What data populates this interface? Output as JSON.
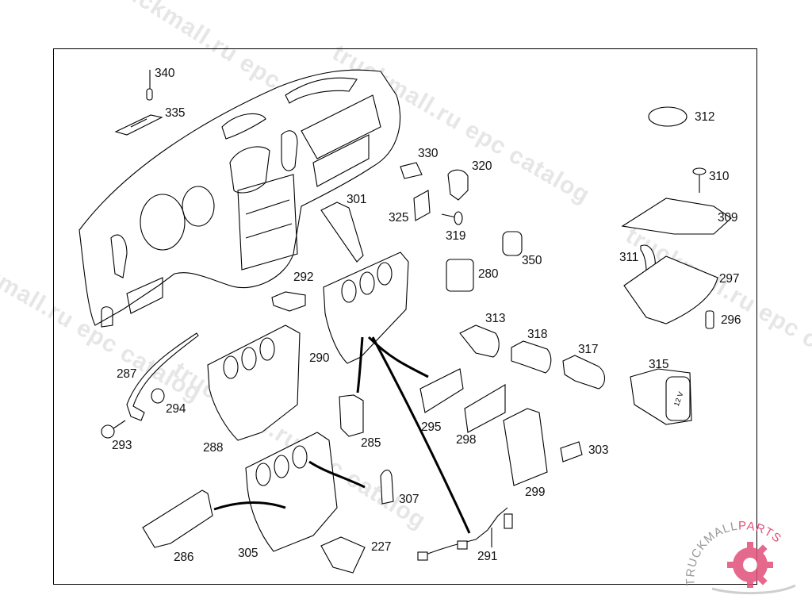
{
  "diagram": {
    "title": "Dashboard / instrument panel parts",
    "watermarks": [
      "truckmall.ru epc catalog",
      "truckmall.ru epc catalog",
      "truckmall.ru epc catalog",
      "truckmall.ru epc catalog"
    ],
    "brand": {
      "text_a": "TRUCKMALL",
      "text_b": "PARTS",
      "accent_color": "#e0507a",
      "grey_color": "#9a9a9a"
    },
    "callouts": [
      {
        "id": "340",
        "label": "340"
      },
      {
        "id": "335",
        "label": "335"
      },
      {
        "id": "312",
        "label": "312"
      },
      {
        "id": "330",
        "label": "330"
      },
      {
        "id": "320",
        "label": "320"
      },
      {
        "id": "310",
        "label": "310"
      },
      {
        "id": "301",
        "label": "301"
      },
      {
        "id": "325",
        "label": "325"
      },
      {
        "id": "319",
        "label": "319"
      },
      {
        "id": "309",
        "label": "309"
      },
      {
        "id": "350",
        "label": "350"
      },
      {
        "id": "311",
        "label": "311"
      },
      {
        "id": "292",
        "label": "292"
      },
      {
        "id": "280",
        "label": "280"
      },
      {
        "id": "297",
        "label": "297"
      },
      {
        "id": "313",
        "label": "313"
      },
      {
        "id": "296",
        "label": "296"
      },
      {
        "id": "318",
        "label": "318"
      },
      {
        "id": "317",
        "label": "317"
      },
      {
        "id": "287",
        "label": "287"
      },
      {
        "id": "290",
        "label": "290"
      },
      {
        "id": "315",
        "label": "315"
      },
      {
        "id": "294",
        "label": "294"
      },
      {
        "id": "295",
        "label": "295"
      },
      {
        "id": "298",
        "label": "298"
      },
      {
        "id": "293",
        "label": "293"
      },
      {
        "id": "288",
        "label": "288"
      },
      {
        "id": "285",
        "label": "285"
      },
      {
        "id": "303",
        "label": "303"
      },
      {
        "id": "299",
        "label": "299"
      },
      {
        "id": "307",
        "label": "307"
      },
      {
        "id": "286",
        "label": "286"
      },
      {
        "id": "305",
        "label": "305"
      },
      {
        "id": "227",
        "label": "227"
      },
      {
        "id": "291",
        "label": "291"
      }
    ],
    "badge_text": "12 V"
  }
}
